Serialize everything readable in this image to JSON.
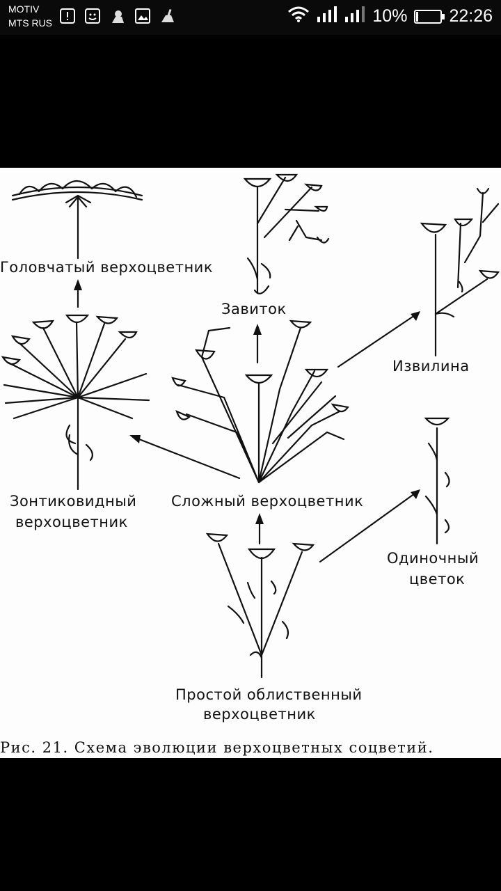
{
  "status_bar": {
    "carrier_line1": "MOTIV",
    "carrier_line2": "MTS RUS",
    "battery_percent": "10%",
    "battery_level": 0.1,
    "time": "22:26",
    "notification_icons": [
      "alert-icon",
      "face-icon",
      "cleaner-icon",
      "image-icon",
      "broom-icon"
    ],
    "system_icons": [
      "wifi-icon",
      "signal-icon",
      "signal-icon",
      "battery-icon"
    ]
  },
  "figure": {
    "labels": {
      "capitate": "Головчатый верхоцветник",
      "cincinnus": "Завиток",
      "sinuous": "Извилина",
      "umbellate_1": "Зонтиковидный",
      "umbellate_2": "верхоцветник",
      "compound": "Сложный верхоцветник",
      "single_1": "Одиночный",
      "single_2": "цветок",
      "simple_1": "Простой облиственный",
      "simple_2": "верхоцветник"
    },
    "caption": "Рис. 21. Схема эволюции верхоцветных соцветий."
  }
}
